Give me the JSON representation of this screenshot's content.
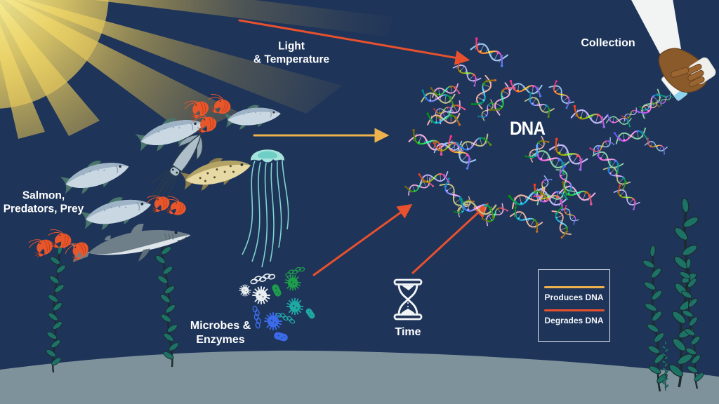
{
  "scene": {
    "type": "underwater-eDNA-cycle-diagram",
    "water_color": "#1e3459",
    "sand_color": "#7e929c",
    "sunlight_color": "#ecd468",
    "text_color": "#ffffff"
  },
  "labels": {
    "light_temperature": {
      "line1": "Light",
      "line2": "& Temperature"
    },
    "salmon": {
      "line1": "Salmon,",
      "line2": "Predators, Prey"
    },
    "microbes": {
      "line1": "Microbes &",
      "line2": "Enzymes"
    },
    "time": "Time",
    "dna": "DNA",
    "collection": "Collection"
  },
  "legend": {
    "produces": {
      "label": "Produces DNA",
      "color": "#eeb24c"
    },
    "degrades": {
      "label": "Degrades DNA",
      "color": "#e8512d"
    }
  },
  "relationships": [
    {
      "from": "Light & Temperature",
      "to": "DNA",
      "type": "Degrades DNA",
      "arrow_color": "#e8512d"
    },
    {
      "from": "Salmon, Predators, Prey",
      "to": "DNA",
      "type": "Produces DNA",
      "arrow_color": "#eeb24c"
    },
    {
      "from": "Microbes & Enzymes",
      "to": "DNA",
      "type": "Degrades DNA",
      "arrow_color": "#e8512d"
    },
    {
      "from": "Time",
      "to": "DNA",
      "type": "Degrades DNA",
      "arrow_color": "#e8512d"
    }
  ],
  "icons": {
    "sun_rays": "sun-rays-icon",
    "salmon": "salmon-icon",
    "trout": "trout-icon",
    "squid": "squid-icon",
    "jellyfish": "jellyfish-icon",
    "shark": "shark-icon",
    "shrimp": "shrimp-icon",
    "microbe": "microbe-icon",
    "hourglass": "hourglass-icon",
    "dna_helix": "dna-helix-icon",
    "collection_hand": "hand-with-sample-tube-icon",
    "seaweed": "seaweed-icon"
  }
}
